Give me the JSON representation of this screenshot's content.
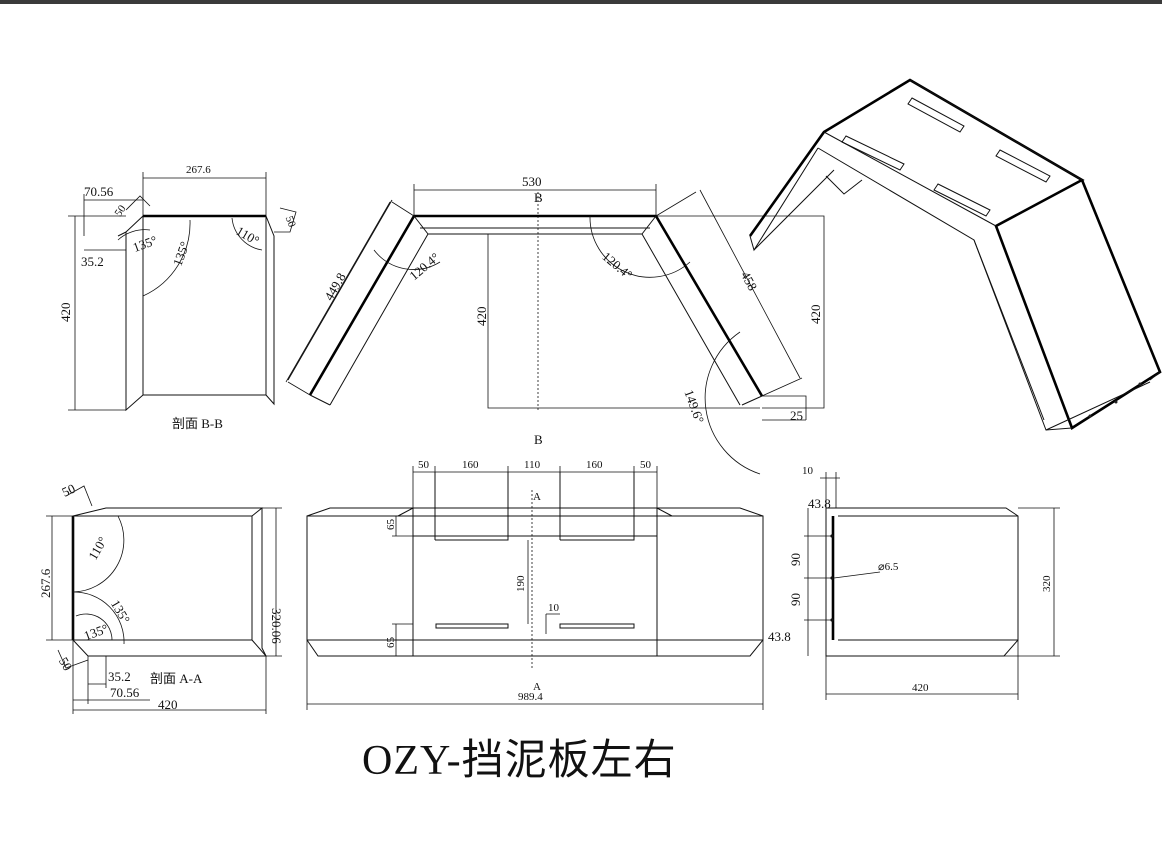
{
  "title": "OZY-挡泥板左右",
  "section_bb": {
    "caption": "剖面 B-B",
    "dim_top": "267.6",
    "dim_70": "70.56",
    "dim_50a": "50",
    "dim_50b": "50",
    "dim_35": "35.2",
    "dim_height": "420",
    "ang_135a": "135°",
    "ang_135b": "135°",
    "ang_110": "110°"
  },
  "front_view": {
    "dim_top": "530",
    "dim_left": "449.8",
    "dim_right": "458",
    "dim_h_left": "420",
    "dim_h_right": "420",
    "dim_25": "25",
    "ang_left": "120.4°",
    "ang_right": "120.4°",
    "ang_bottom": "149.6°",
    "label_b_top": "B",
    "label_b_bottom": "B"
  },
  "section_aa": {
    "caption": "剖面 A-A",
    "dim_50a": "50",
    "dim_50b": "50",
    "dim_267": "267.6",
    "dim_320": "320.06",
    "dim_35": "35.2",
    "dim_70": "70.56",
    "dim_420": "420",
    "ang_110": "110°",
    "ang_135a": "135°",
    "ang_135b": "135°"
  },
  "plan_view": {
    "dims_top": [
      "50",
      "160",
      "110",
      "160",
      "50"
    ],
    "dim_65a": "65",
    "dim_65b": "65",
    "dim_190": "190",
    "dim_10": "10",
    "dim_total": "989.4",
    "label_a_top": "A",
    "label_a_bottom": "A"
  },
  "side_view": {
    "dim_10": "10",
    "dim_438a": "43.8",
    "dim_438b": "43.8",
    "dim_90a": "90",
    "dim_90b": "90",
    "dim_hole": "⌀6.5",
    "dim_320": "320",
    "dim_420": "420"
  }
}
